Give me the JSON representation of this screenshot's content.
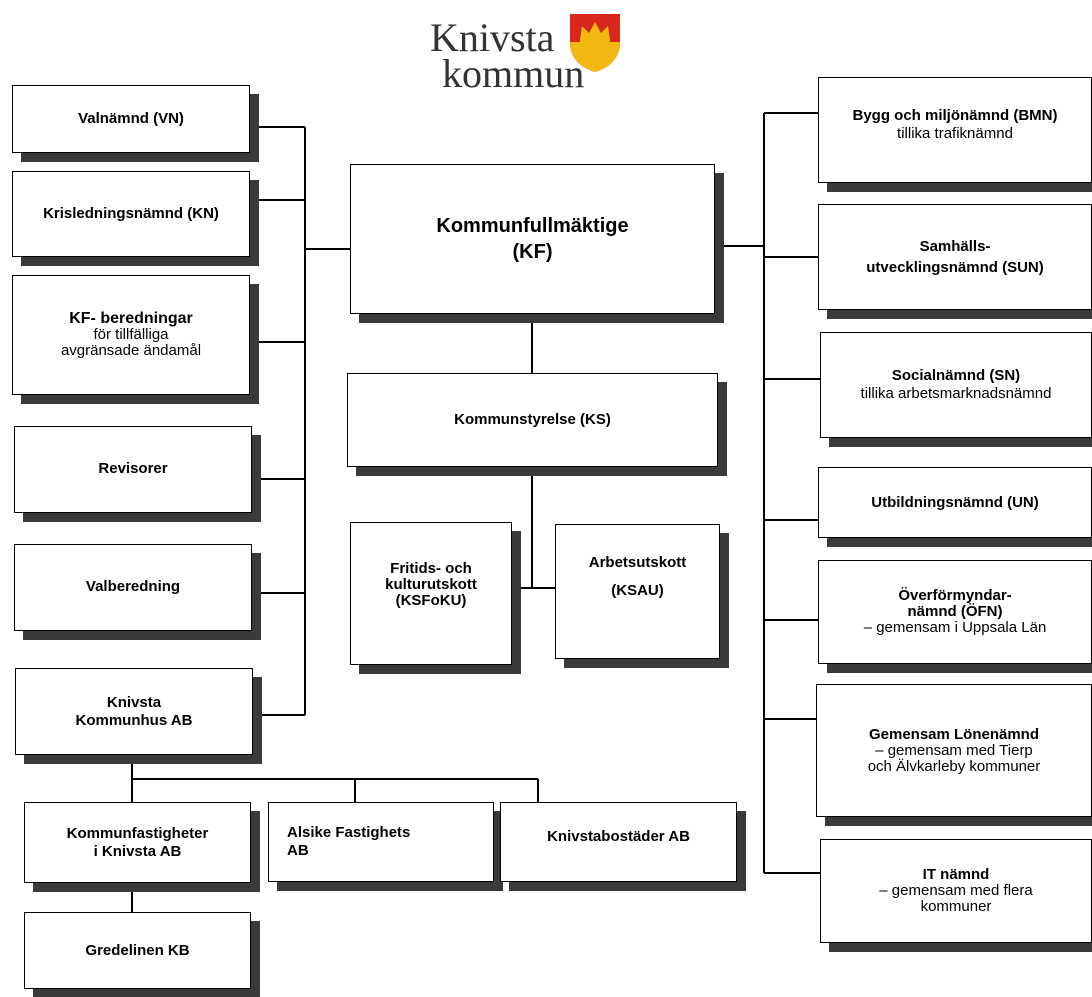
{
  "logo": {
    "line1": "Knivsta",
    "line2": "kommun"
  },
  "center": {
    "kf": {
      "title": "Kommunfullmäktige",
      "abbr": "(KF)"
    },
    "ks": {
      "title": "Kommunstyrelse (KS)"
    },
    "ksfoku": {
      "l1": "Fritids- och",
      "l2": "kulturutskott",
      "l3": "(KSFoKU)"
    },
    "ksau": {
      "l1": "Arbetsutskott",
      "l2": "(KSAU)"
    }
  },
  "left": {
    "vn": "Valnämnd (VN)",
    "kn": "Krisledningsnämnd (KN)",
    "kfb": {
      "title": "KF- beredningar",
      "l2": "för tillfälliga",
      "l3": "avgränsade ändamål"
    },
    "rev": "Revisorer",
    "valb": "Valberedning",
    "kkab": {
      "l1": "Knivsta",
      "l2": "Kommunhus AB"
    }
  },
  "companies": {
    "kf_ab": {
      "l1": "Kommunfastigheter",
      "l2": "i Knivsta AB"
    },
    "alsike": {
      "l1": "Alsike Fastighets",
      "l2": "AB"
    },
    "kbost": "Knivstabostäder AB",
    "gredelinen": "Gredelinen KB"
  },
  "right": {
    "bmn": {
      "title": "Bygg och miljönämnd (BMN)",
      "sub": "tillika trafiknämnd"
    },
    "sun": {
      "l1": "Samhälls-",
      "l2": "utvecklingsnämnd (SUN)"
    },
    "sn": {
      "title": "Socialnämnd (SN)",
      "sub": "tillika arbetsmarknadsnämnd"
    },
    "un": "Utbildningsnämnd (UN)",
    "ofn": {
      "l1": "Överförmyndar-",
      "l2": "nämnd (ÖFN)",
      "sub": "– gemensam i Uppsala Län"
    },
    "gln": {
      "title": "Gemensam Lönenämnd",
      "sub1": "– gemensam med Tierp",
      "sub2": "och Älvkarleby kommuner"
    },
    "it": {
      "title": "IT nämnd",
      "sub1": "– gemensam med flera",
      "sub2": "kommuner"
    }
  },
  "colors": {
    "shadow": "#3a3a3a",
    "crest_gold": "#f2b80f",
    "crest_red": "#d8281e"
  }
}
